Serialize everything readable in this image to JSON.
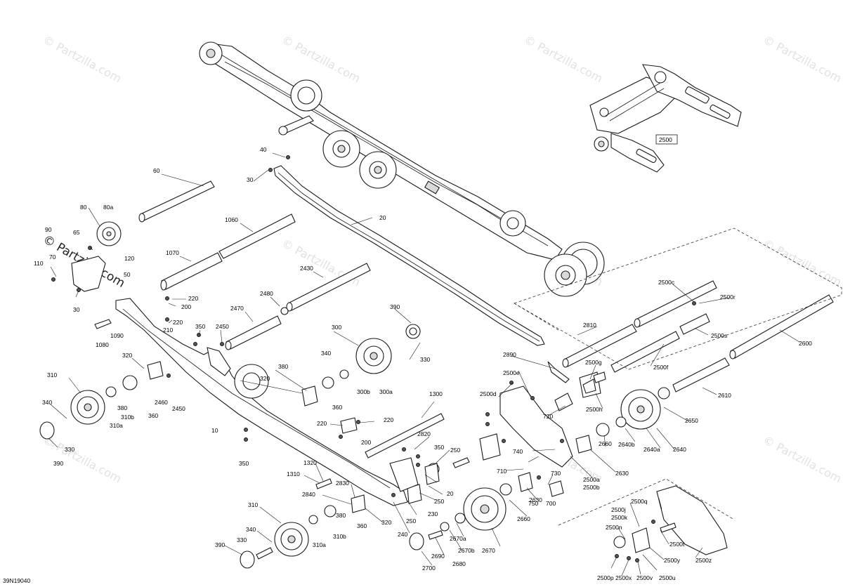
{
  "watermark": "© Partzilla.com",
  "drawing_id": "39N19040",
  "callouts": {
    "c10": "10",
    "c20": "20",
    "c20b": "20",
    "c30": "30",
    "c30b": "30",
    "c40": "40",
    "c50": "50",
    "c60": "60",
    "c65": "65",
    "c70": "70",
    "c80": "80",
    "c80a": "80a",
    "c90": "90",
    "c110": "110",
    "c120": "120",
    "c200": "200",
    "c200b": "200",
    "c210": "210",
    "c220": "220",
    "c220b": "220",
    "c220c": "220",
    "c220d": "220",
    "c230": "230",
    "c240": "240",
    "c250": "250",
    "c250b": "250",
    "c250c": "250",
    "c300": "300",
    "c300a": "300a",
    "c300b": "300b",
    "c310": "310",
    "c310a": "310a",
    "c310b": "310b",
    "c310x": "310",
    "c310ax": "310a",
    "c310bx": "310b",
    "c320": "320",
    "c320b": "320",
    "c320c": "320",
    "c330": "330",
    "c330b": "330",
    "c330c": "330",
    "c340": "340",
    "c340b": "340",
    "c340c": "340",
    "c350": "350",
    "c350b": "350",
    "c350c": "350",
    "c360": "360",
    "c360b": "360",
    "c360c": "360",
    "c380": "380",
    "c380b": "380",
    "c380c": "380",
    "c390": "390",
    "c390b": "390",
    "c390c": "390",
    "c700": "700",
    "c710": "710",
    "c720": "720",
    "c730": "730",
    "c740": "740",
    "c750": "750",
    "c1060": "1060",
    "c1070": "1070",
    "c1080": "1080",
    "c1090": "1090",
    "c1300": "1300",
    "c1310": "1310",
    "c1320": "1320",
    "c2430": "2430",
    "c2450": "2450",
    "c2450b": "2450",
    "c2460": "2460",
    "c2470": "2470",
    "c2480": "2480",
    "c2500": "2500",
    "c2500a": "2500a",
    "c2500b": "2500b",
    "c2500c": "2500c",
    "c2500d": "2500d",
    "c2500e": "2500e",
    "c2500f": "2500f",
    "c2500g": "2500g",
    "c2500h": "2500h",
    "c2500j": "2500j",
    "c2500k": "2500k",
    "c2500n": "2500n",
    "c2500p": "2500p",
    "c2500q": "2500q",
    "c2500r": "2500r",
    "c2500s": "2500s",
    "c2500t": "2500t",
    "c2500u": "2500u",
    "c2500v": "2500v",
    "c2500x": "2500x",
    "c2500y": "2500y",
    "c2500z": "2500z",
    "c2600": "2600",
    "c2610": "2610",
    "c2630": "2630",
    "c2640": "2640",
    "c2640a": "2640a",
    "c2640b": "2640b",
    "c2650": "2650",
    "c2660": "2660",
    "c2660b": "2660",
    "c2670": "2670",
    "c2670a": "2670a",
    "c2670b": "2670b",
    "c2680": "2680",
    "c2690": "2690",
    "c2700": "2700",
    "c2810": "2810",
    "c2820": "2820",
    "c2830": "2830",
    "c2840": "2840",
    "c2890": "2890"
  }
}
